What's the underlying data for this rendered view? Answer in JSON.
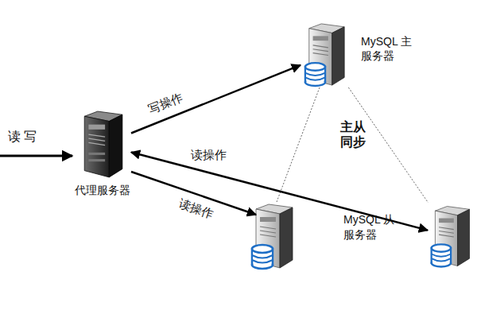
{
  "diagram": {
    "nodes": [
      {
        "text": [
          "代理服务器"
        ]
      },
      {
        "text": [
          "MySQL 主服务器"
        ]
      },
      {
        "text": [
          "MySQL 从服务器"
        ]
      }
    ],
    "edges": [
      {
        "from": 0,
        "to": 1,
        "arrow": "to",
        "label": "写操作"
      },
      {
        "from": 0,
        "to": 2,
        "arrow": "both",
        "label": "读操作"
      },
      {
        "from": 1,
        "to": 2,
        "arrow": "none"
      }
    ],
    "labels": [
      "读 写",
      "读操作",
      "主从同步"
    ]
  }
}
